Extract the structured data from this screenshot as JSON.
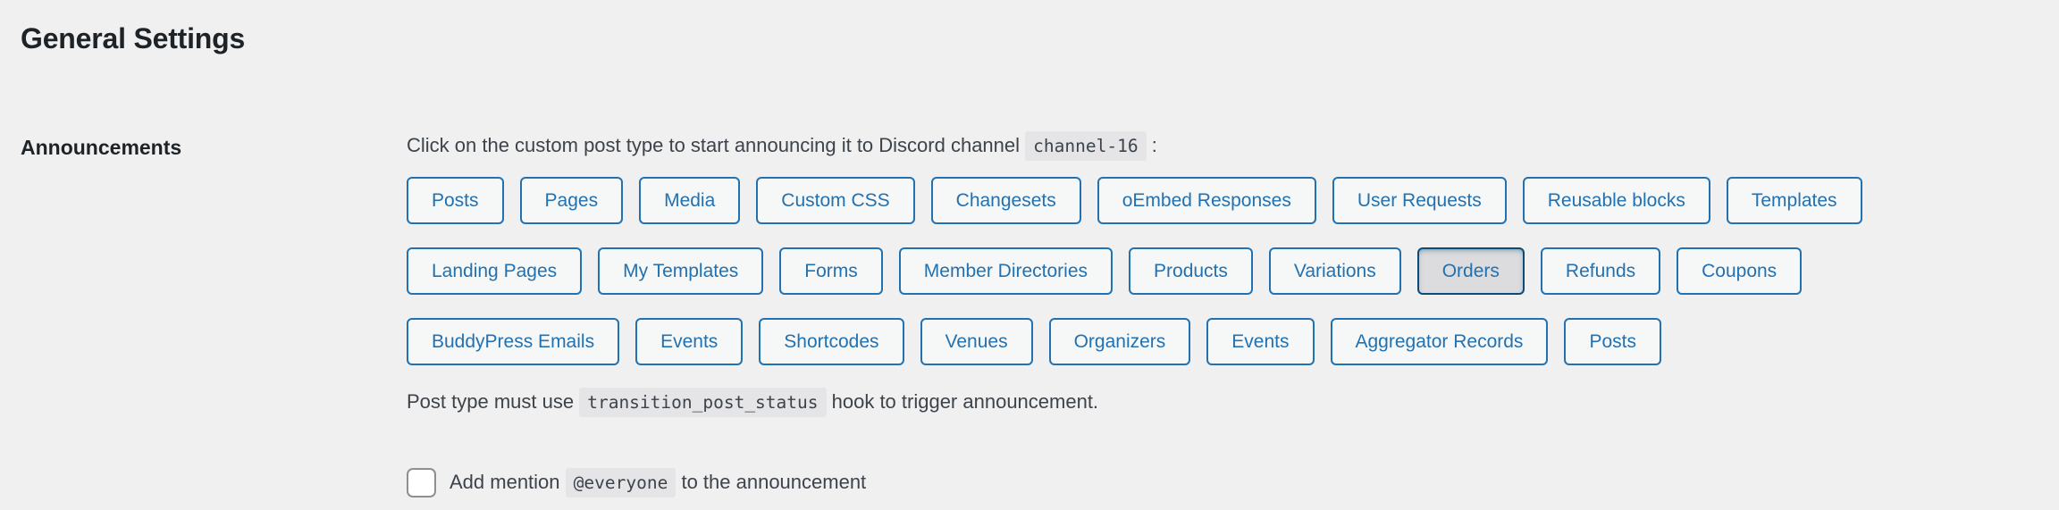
{
  "page": {
    "title": "General Settings"
  },
  "announcements": {
    "label": "Announcements",
    "description": {
      "text_before": "Click on the custom post type to start announcing it to Discord channel",
      "channel_code": "channel-16",
      "text_after": ":"
    },
    "post_type_rows": [
      [
        "Posts",
        "Pages",
        "Media",
        "Custom CSS",
        "Changesets",
        "oEmbed Responses",
        "User Requests",
        "Reusable blocks",
        "Templates"
      ],
      [
        "Landing Pages",
        "My Templates",
        "Forms",
        "Member Directories",
        "Products",
        "Variations",
        "Orders",
        "Refunds",
        "Coupons"
      ],
      [
        "BuddyPress Emails",
        "Events",
        "Shortcodes",
        "Venues",
        "Organizers",
        "Events",
        "Aggregator Records",
        "Posts"
      ]
    ],
    "active_button": {
      "row_index": 1,
      "button_index": 6,
      "label": "Orders"
    },
    "hook_note": {
      "text_before": "Post type must use",
      "hook_code": "transition_post_status",
      "text_after": "hook to trigger announcement."
    },
    "mention": {
      "checked": false,
      "text_before": "Add mention",
      "mention_code": "@everyone",
      "text_after": "to the announcement"
    }
  },
  "colors": {
    "page_bg": "#f0f0f1",
    "heading": "#1d2327",
    "text": "#3c434a",
    "accent_blue": "#2271b1",
    "button_bg": "#f6f7f7",
    "active_button_bg": "#dcdcde",
    "active_button_border": "#0a4b78",
    "code_bg": "#e5e5e7"
  }
}
